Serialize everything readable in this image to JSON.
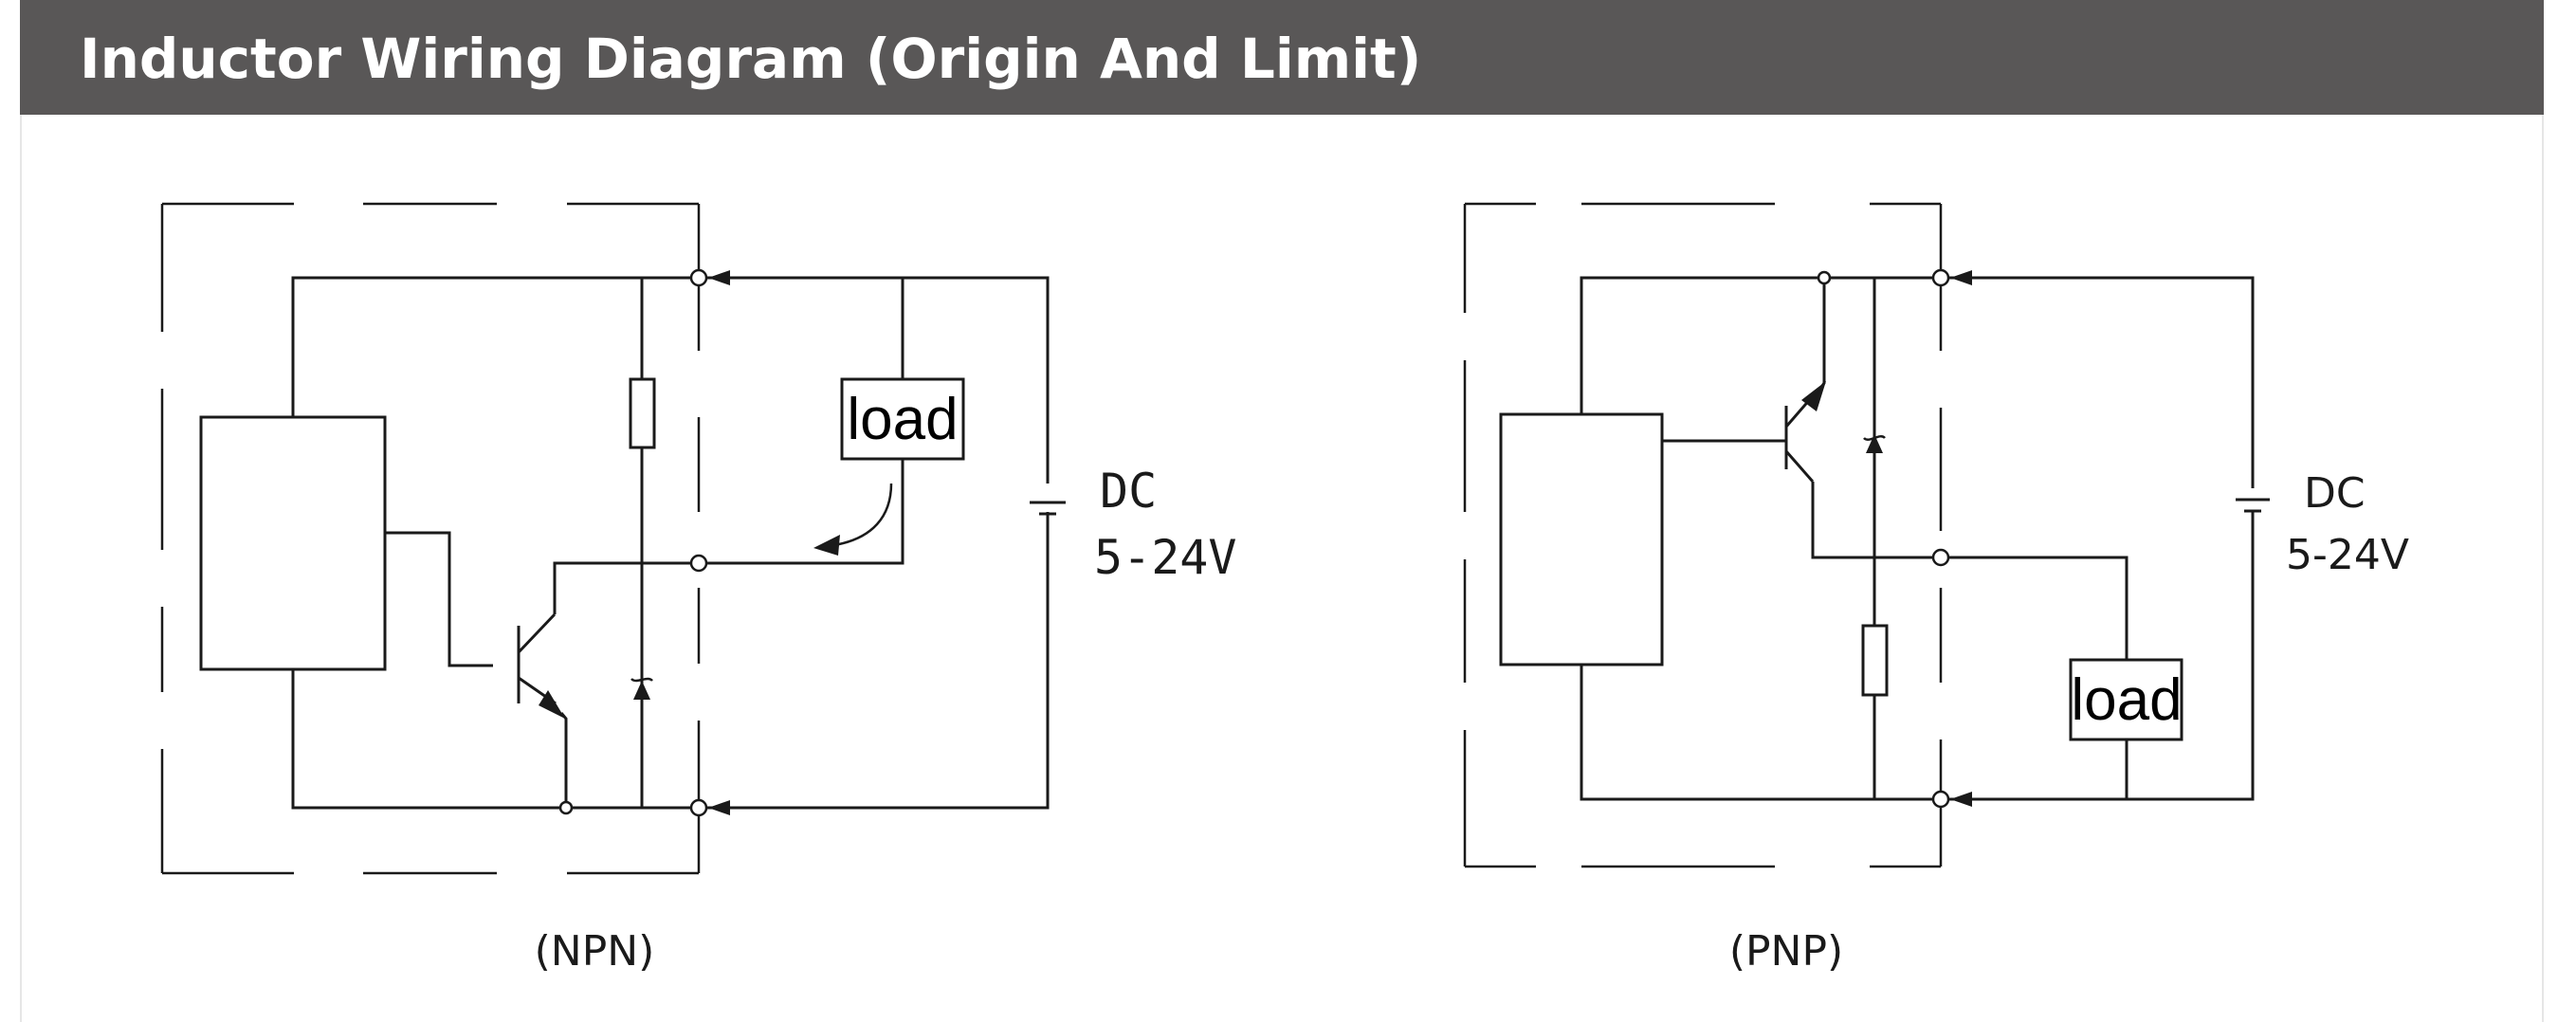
{
  "header": {
    "title": "Inductor Wiring Diagram (Origin And Limit)",
    "background_color": "#595757",
    "text_color": "#ffffff"
  },
  "diagrams": [
    {
      "id": "npn",
      "caption": "(NPN)",
      "load_label": "load",
      "supply_label": "DC",
      "voltage_label": "5-24V"
    },
    {
      "id": "pnp",
      "caption": "(PNP)",
      "load_label": "load",
      "supply_label": "DC",
      "voltage_label": "5-24V"
    }
  ],
  "colors": {
    "line": "#1a1a1a",
    "page_background": "#ffffff",
    "frame_border": "#e6e6e6"
  }
}
